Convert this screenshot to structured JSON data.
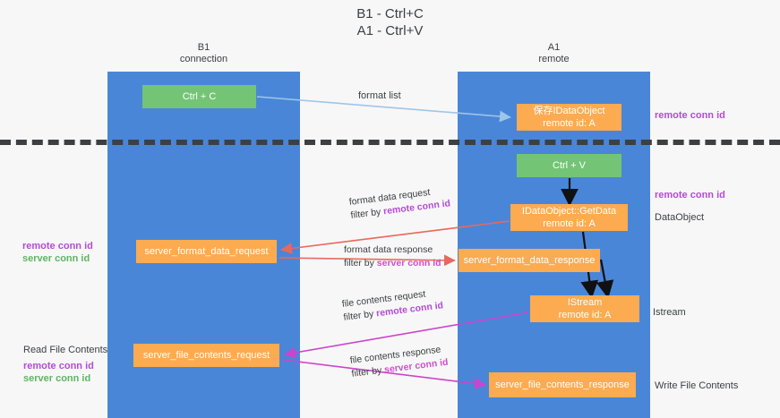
{
  "title": {
    "line1": "B1 - Ctrl+C",
    "line2": "A1 - Ctrl+V"
  },
  "lanes": [
    {
      "id": "b1",
      "name": "B1",
      "sub": "connection",
      "color": "#4a86d8"
    },
    {
      "id": "a1",
      "name": "A1",
      "sub": "remote",
      "color": "#4a86d8"
    }
  ],
  "colors": {
    "lane": "#4a86d8",
    "green_node": "#74c476",
    "orange_node": "#fcab51",
    "purple_text": "#b44bd6",
    "green_text": "#5fb564",
    "magenta_text": "#cf4fcf",
    "red_arrow": "#e8685d",
    "magenta_arrow": "#cc44cc",
    "blue_arrow": "#9fc5e8",
    "black_arrow": "#000000",
    "divider": "#3c4043"
  },
  "nodes": {
    "ctrl_c": {
      "label": "Ctrl + C",
      "kind": "green"
    },
    "save_dataobject": {
      "label": "保存IDataObject",
      "sub": "remote id: A",
      "kind": "orange"
    },
    "ctrl_v": {
      "label": "Ctrl + V",
      "kind": "green"
    },
    "getdata": {
      "label": "IDataObject::GetData",
      "sub": "remote id: A",
      "kind": "orange"
    },
    "server_format_data_request": {
      "label": "server_format_data_request",
      "kind": "orange"
    },
    "server_format_data_response": {
      "label": "server_format_data_response",
      "kind": "orange"
    },
    "istream": {
      "label": "IStream",
      "sub": "remote id: A",
      "kind": "orange"
    },
    "server_file_contents_request": {
      "label": "server_file_contents_request",
      "kind": "orange"
    },
    "server_file_contents_response": {
      "label": "server_file_contents_response",
      "kind": "orange"
    }
  },
  "edge_captions": {
    "format_list": "format list",
    "format_data_request": "format data request",
    "format_data_request_filter_prefix": "filter by ",
    "format_data_request_filter_key": "remote conn id",
    "format_data_response": "format data response",
    "format_data_response_filter_prefix": "filter by ",
    "format_data_response_filter_key": "server conn id",
    "file_contents_request": "file contents request",
    "file_contents_request_filter_prefix": "filter by ",
    "file_contents_request_filter_key": "remote conn id",
    "file_contents_response": "file contents response",
    "file_contents_response_filter_prefix": "filter by ",
    "file_contents_response_filter_key": "server conn id"
  },
  "side_labels": {
    "remote_conn_id_top": "remote conn id",
    "remote_conn_id_mid": "remote conn id",
    "dataobject": "DataObject",
    "istream": "Istream",
    "write_file_contents": "Write File Contents",
    "read_file_contents": "Read File Contents",
    "left_remote_conn_id_1": "remote conn id",
    "left_server_conn_id_1": "server conn id",
    "left_remote_conn_id_2": "remote conn id",
    "left_server_conn_id_2": "server conn id"
  }
}
